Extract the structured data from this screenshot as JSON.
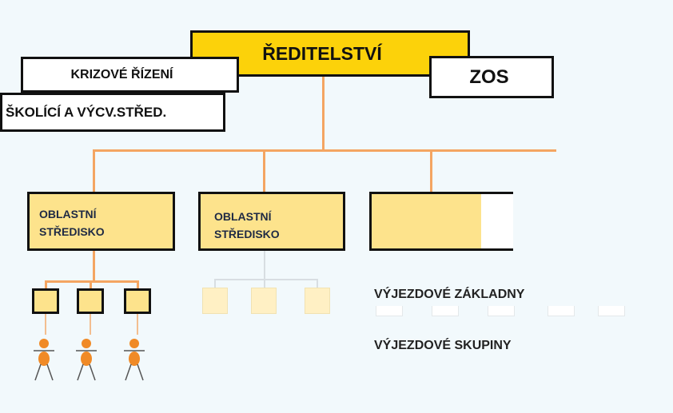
{
  "headquarters": {
    "label": "ŘEDITELSTVÍ"
  },
  "side_units": {
    "crisis": "KRIZOVÉ ŘÍZENÍ",
    "training": "ŠKOLÍCÍ A VÝCV.STŘED.",
    "zos": "ZOS"
  },
  "regional_centers": [
    {
      "line1": "OBLASTNÍ",
      "line2": "STŘEDISKO"
    },
    {
      "line1": "OBLASTNÍ",
      "line2": "STŘEDISKO"
    },
    {
      "line1": "",
      "line2": ""
    }
  ],
  "legend": {
    "bases": "VÝJEZDOVÉ ZÁKLADNY",
    "groups": "VÝJEZDOVÉ SKUPINY"
  },
  "colors": {
    "headquarters_fill": "#fcd20a",
    "regional_fill": "#fde38c",
    "connector": "#f4a562",
    "person_icon": "#f08a26"
  }
}
